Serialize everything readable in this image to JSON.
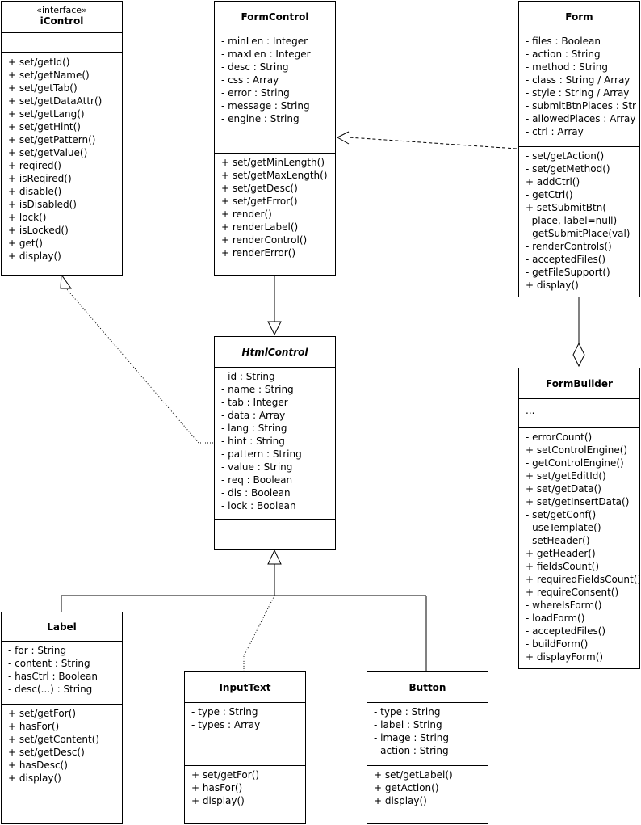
{
  "classes": {
    "icontrol": {
      "stereotype": "«interface»",
      "name": "iControl",
      "attributes": [],
      "methods": [
        "+ set/getId()",
        "+ set/getName()",
        "+ set/getTab()",
        "+ set/getDataAttr()",
        "+ set/getLang()",
        "+ set/getHint()",
        "+ set/getPattern()",
        "+ set/getValue()",
        "+ reqired()",
        "+ isReqired()",
        "+ disable()",
        "+ isDisabled()",
        "+ lock()",
        "+ isLocked()",
        "+ get()",
        "+ display()"
      ]
    },
    "formcontrol": {
      "name": "FormControl",
      "attributes": [
        "- minLen : Integer",
        "- maxLen : Integer",
        "- desc : String",
        "- css : Array",
        "- error : String",
        "- message : String",
        "- engine : String"
      ],
      "methods": [
        "+ set/getMinLength()",
        "+ set/getMaxLength()",
        "+ set/getDesc()",
        "+ set/getError()",
        "+ render()",
        "+ renderLabel()",
        "+ renderControl()",
        "+ renderError()"
      ]
    },
    "form": {
      "name": "Form",
      "attributes": [
        "- files : Boolean",
        "- action : String",
        "- method : String",
        "- class : String / Array",
        "- style : String / Array",
        "- submitBtnPlaces : Str",
        "- allowedPlaces : Array",
        "- ctrl : Array"
      ],
      "methods": [
        "- set/getAction()",
        "- set/getMethod()",
        "+ addCtrl()",
        "- getCtrl()",
        "+ setSubmitBtn(",
        "  place, label=null)",
        "- getSubmitPlace(val)",
        "- renderControls()",
        "- acceptedFiles()",
        "- getFileSupport()",
        "+ display()"
      ]
    },
    "htmlcontrol": {
      "name": "HtmlControl",
      "attributes": [
        "- id : String",
        "- name : String",
        "- tab : Integer",
        "- data : Array",
        "- lang : String",
        "- hint : String",
        "- pattern : String",
        "- value : String",
        "- req : Boolean",
        "- dis : Boolean",
        "- lock : Boolean"
      ],
      "methods": []
    },
    "formbuilder": {
      "name": "FormBuilder",
      "attributes": [
        "..."
      ],
      "methods": [
        "- errorCount()",
        "+ setControlEngine()",
        "- getControlEngine()",
        "+ set/getEditId()",
        "+ set/getData()",
        "+ set/getInsertData()",
        "- set/getConf()",
        "- useTemplate()",
        "- setHeader()",
        "+ getHeader()",
        "+ fieldsCount()",
        "+ requiredFieldsCount()",
        "+ requireConsent()",
        "- whereIsForm()",
        "- loadForm()",
        "- acceptedFiles()",
        "- buildForm()",
        "+ displayForm()"
      ]
    },
    "label": {
      "name": "Label",
      "attributes": [
        "- for : String",
        "- content : String",
        "- hasCtrl : Boolean",
        "- desc(...) : String"
      ],
      "methods": [
        "+ set/getFor()",
        "+ hasFor()",
        "+ set/getContent()",
        "+ set/getDesc()",
        "+ hasDesc()",
        "+ display()"
      ]
    },
    "inputtext": {
      "name": "InputText",
      "attributes": [
        "- type : String",
        "- types : Array"
      ],
      "methods": [
        "+ set/getFor()",
        "+ hasFor()",
        "+ display()"
      ]
    },
    "button": {
      "name": "Button",
      "attributes": [
        "- type : String",
        "- label : String",
        "- image : String",
        "- action : String"
      ],
      "methods": [
        "+ set/getLabel()",
        "+ getAction()",
        "+ display()"
      ]
    }
  }
}
